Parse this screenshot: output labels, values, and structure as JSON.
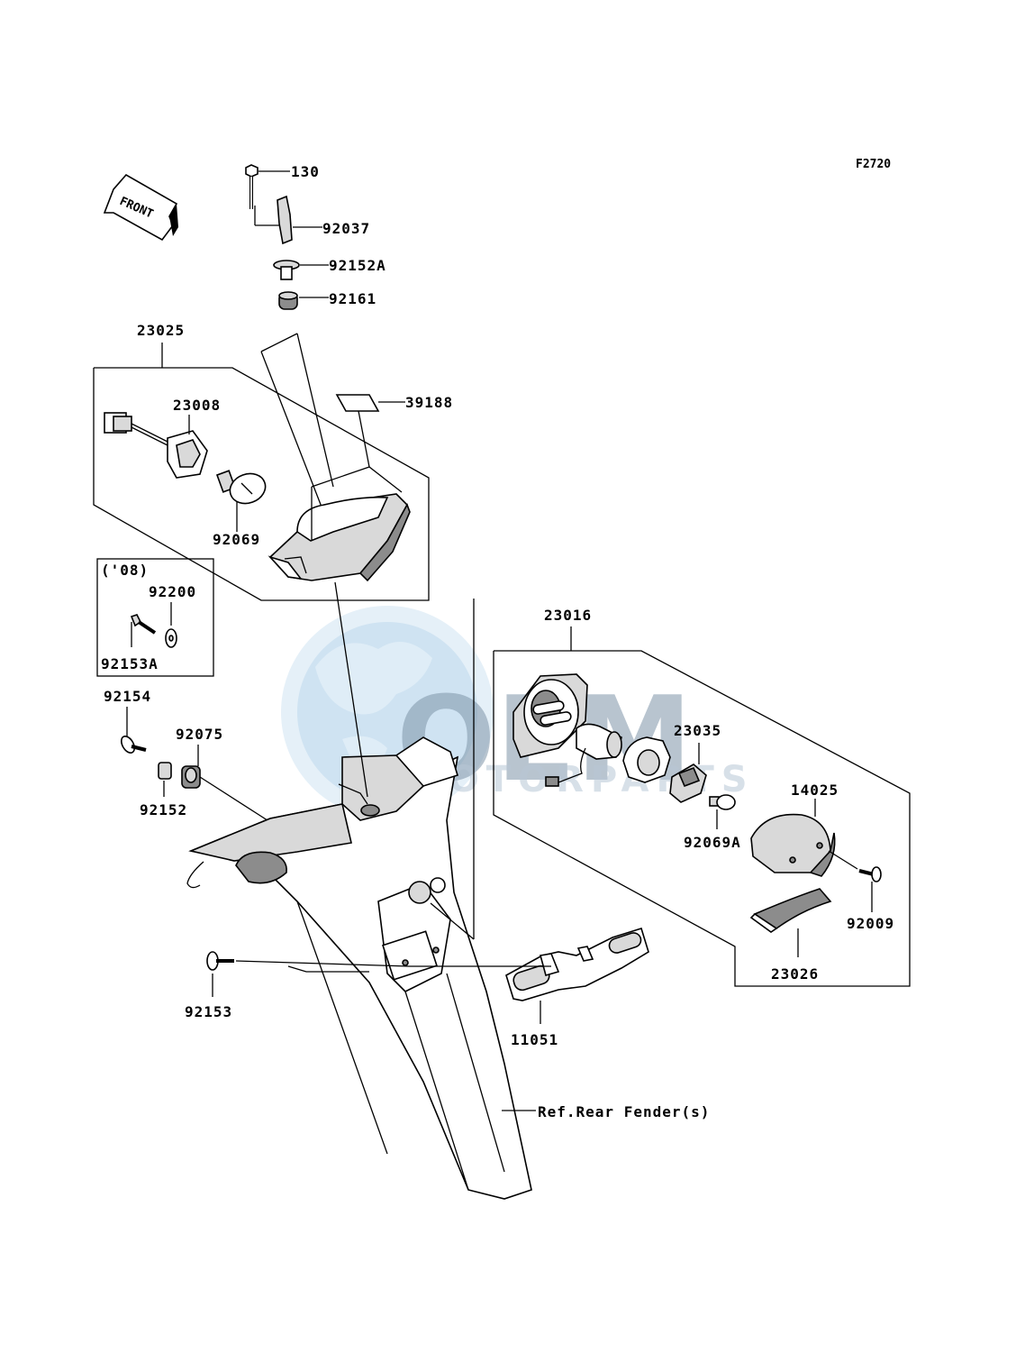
{
  "diagram_code": "F2720",
  "front_label": "FRONT",
  "group_note": "('08)",
  "reference_note": "Ref.Rear Fender(s)",
  "watermark": {
    "logo": "OEM",
    "subtitle": "MOTORPARTS"
  },
  "parts": {
    "p130": "130",
    "p92037": "92037",
    "p92152A": "92152A",
    "p92161": "92161",
    "p23025": "23025",
    "p23008": "23008",
    "p39188": "39188",
    "p92069": "92069",
    "p92200": "92200",
    "p92153A": "92153A",
    "p92154": "92154",
    "p92075": "92075",
    "p92152": "92152",
    "p92153": "92153",
    "p23016": "23016",
    "p23035": "23035",
    "p14025": "14025",
    "p92069A": "92069A",
    "p92009": "92009",
    "p23026": "23026",
    "p11051": "11051"
  }
}
